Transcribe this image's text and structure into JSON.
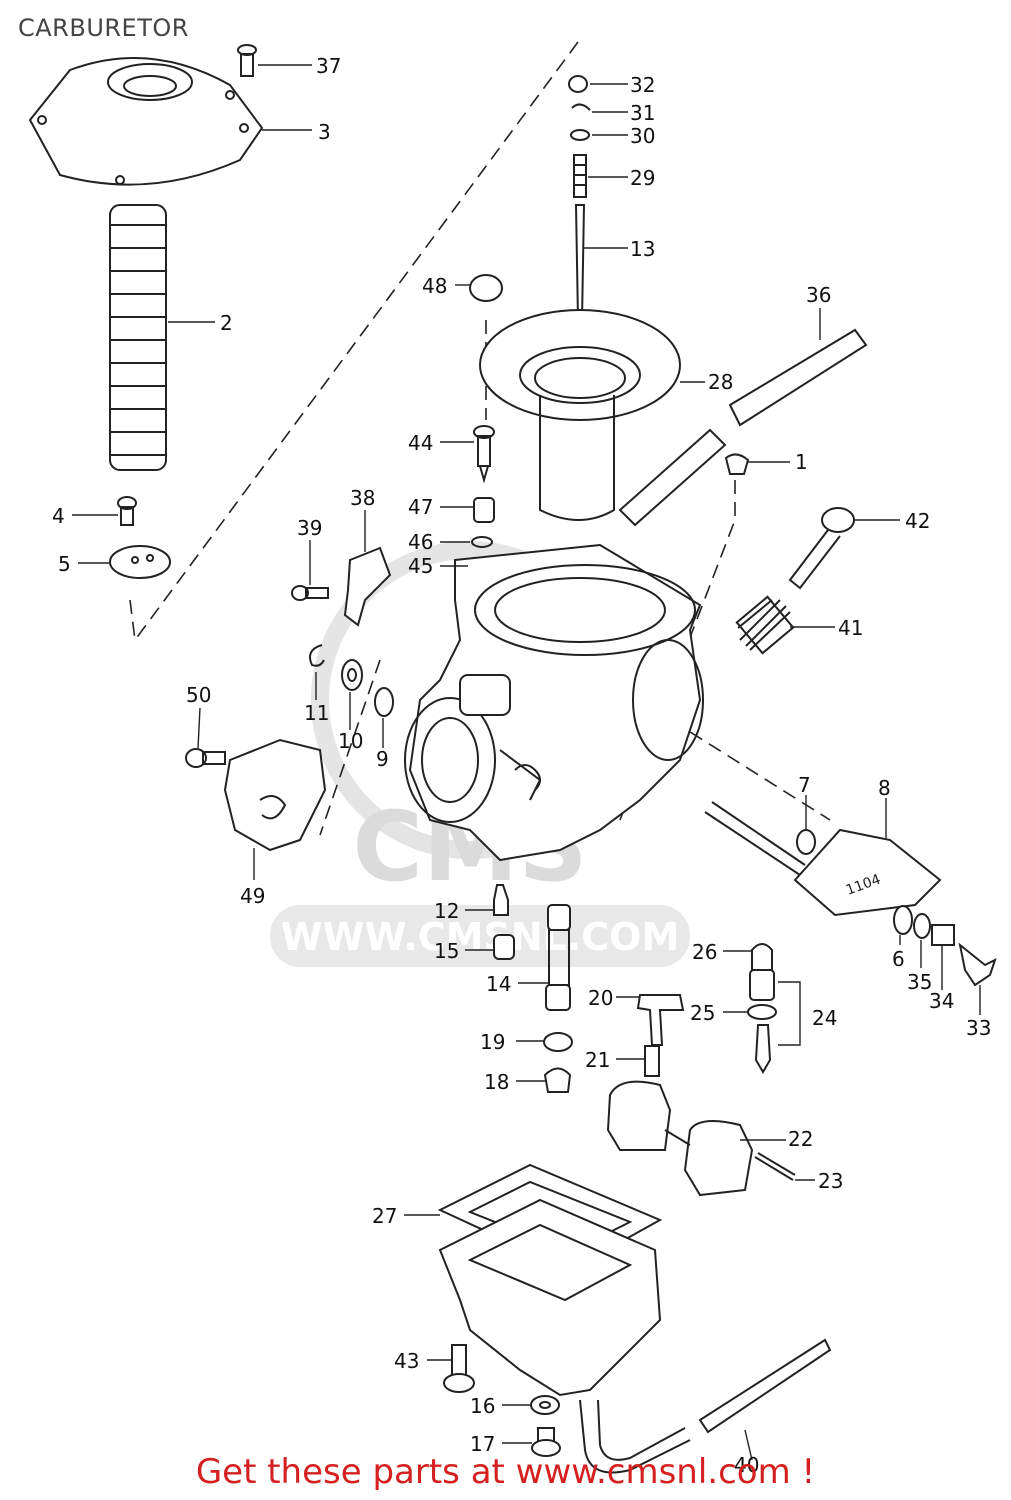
{
  "title": "CARBURETOR",
  "watermark": {
    "logo": "CMS",
    "url": "WWW.CMSNL.COM"
  },
  "promo": "Get these parts at www.cmsnl.com !",
  "callouts": {
    "c1": "1",
    "c2": "2",
    "c3": "3",
    "c4": "4",
    "c5": "5",
    "c6": "6",
    "c7": "7",
    "c8": "8",
    "c9": "9",
    "c10": "10",
    "c11": "11",
    "c12": "12",
    "c13": "13",
    "c14": "14",
    "c15": "15",
    "c16": "16",
    "c17": "17",
    "c18": "18",
    "c19": "19",
    "c20": "20",
    "c21": "21",
    "c22": "22",
    "c23": "23",
    "c24": "24",
    "c25": "25",
    "c26": "26",
    "c27": "27",
    "c28": "28",
    "c29": "29",
    "c30": "30",
    "c31": "31",
    "c32": "32",
    "c33": "33",
    "c34": "34",
    "c35": "35",
    "c36": "36",
    "c37": "37",
    "c38": "38",
    "c39": "39",
    "c40": "40",
    "c41": "41",
    "c42": "42",
    "c43": "43",
    "c44": "44",
    "c45": "45",
    "c46": "46",
    "c47": "47",
    "c48": "48",
    "c49": "49",
    "c50": "50"
  },
  "colors": {
    "promo": "#d42020",
    "lines": "#222222",
    "watermark": "#d8d8d8"
  }
}
